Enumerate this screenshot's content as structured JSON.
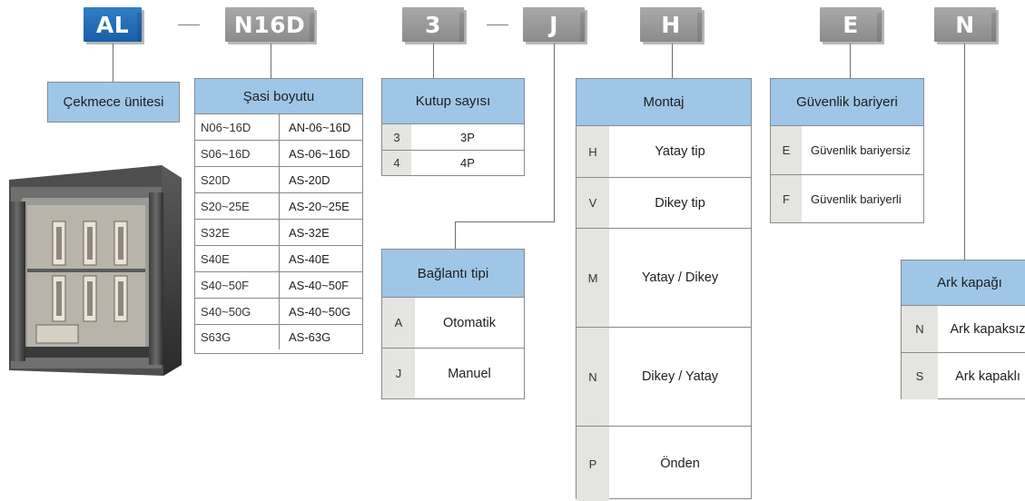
{
  "codes": {
    "al": "AL",
    "n16d": "N16D",
    "three": "3",
    "j": "J",
    "h": "H",
    "e": "E",
    "n": "N"
  },
  "colors": {
    "primary_code_box": "#1a5fa6",
    "secondary_code_box": "#8b8b8b",
    "table_header": "#9fc6e7",
    "code_cell": "#e4e4e0"
  },
  "drawer_unit_label": "Çekmece ünitesi",
  "chassis": {
    "title": "Şasi boyutu",
    "rows": [
      {
        "code": "N06~16D",
        "value": "AN-06~16D"
      },
      {
        "code": "S06~16D",
        "value": "AS-06~16D"
      },
      {
        "code": "S20D",
        "value": "AS-20D"
      },
      {
        "code": "S20~25E",
        "value": "AS-20~25E"
      },
      {
        "code": "S32E",
        "value": "AS-32E"
      },
      {
        "code": "S40E",
        "value": "AS-40E"
      },
      {
        "code": "S40~50F",
        "value": "AS-40~50F"
      },
      {
        "code": "S40~50G",
        "value": "AS-40~50G"
      },
      {
        "code": "S63G",
        "value": "AS-63G"
      }
    ]
  },
  "poles": {
    "title": "Kutup sayısı",
    "rows": [
      {
        "code": "3",
        "value": "3P"
      },
      {
        "code": "4",
        "value": "4P"
      }
    ]
  },
  "connection": {
    "title": "Bağlantı tipi",
    "rows": [
      {
        "code": "A",
        "value": "Otomatik"
      },
      {
        "code": "J",
        "value": "Manuel"
      }
    ]
  },
  "mounting": {
    "title": "Montaj",
    "rows": [
      {
        "code": "H",
        "value": "Yatay tip"
      },
      {
        "code": "V",
        "value": "Dikey tip"
      },
      {
        "code": "M",
        "value": "Yatay / Dikey"
      },
      {
        "code": "N",
        "value": "Dikey / Yatay"
      },
      {
        "code": "P",
        "value": "Önden"
      }
    ]
  },
  "safety_barrier": {
    "title": "Güvenlik bariyeri",
    "rows": [
      {
        "code": "E",
        "value": "Güvenlik bariyersiz"
      },
      {
        "code": "F",
        "value": "Güvenlik bariyerli"
      }
    ]
  },
  "arc_cover": {
    "title": "Ark kapağı",
    "rows": [
      {
        "code": "N",
        "value": "Ark kapaksız"
      },
      {
        "code": "S",
        "value": "Ark kapaklı"
      }
    ]
  }
}
